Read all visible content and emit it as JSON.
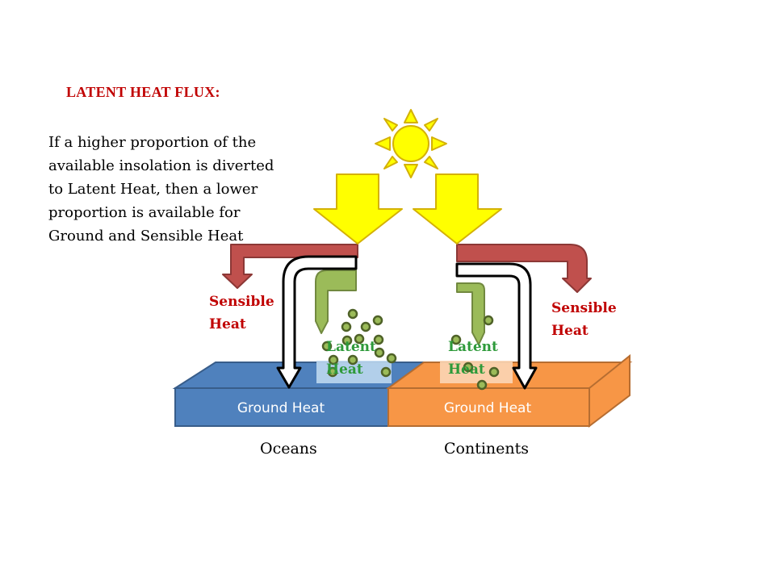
{
  "title": "LATENT HEAT FLUX:",
  "body": "If a higher proportion of the available insolation is diverted to Latent Heat, then a lower proportion is available for Ground and Sensible Heat",
  "labels": {
    "sensible_left_1": "Sensible",
    "sensible_left_2": "Heat",
    "sensible_right_1": "Sensible",
    "sensible_right_2": "Heat",
    "latent_left_1": "Latent",
    "latent_left_2": "Heat",
    "latent_right_1": "Latent",
    "latent_right_2": "Heat",
    "ground_ocean": "Ground Heat",
    "ground_continent": "Ground Heat",
    "ocean_caption": "Oceans",
    "continent_caption": "Continents"
  },
  "colors": {
    "sensible": "#c0504d",
    "latent": "#9bbb59",
    "sun": "#ffff00",
    "ocean": "#4f81bd",
    "continent": "#f79646",
    "title": "#c00000",
    "latent_text": "#2e9a3a"
  }
}
